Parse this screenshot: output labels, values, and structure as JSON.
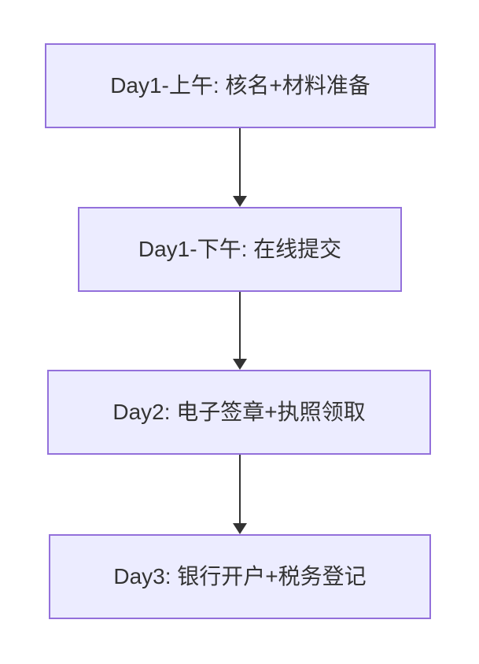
{
  "diagram": {
    "type": "flowchart-top-down",
    "theme": {
      "node_fill": "#ECECFF",
      "node_border": "#9370DB",
      "text_color": "#333333",
      "arrow_color": "#333333",
      "canvas_bg": "#ffffff"
    },
    "nodes": [
      {
        "id": "step1",
        "label": "Day1-上午: 核名+材料准备"
      },
      {
        "id": "step2",
        "label": "Day1-下午: 在线提交"
      },
      {
        "id": "step3",
        "label": "Day2: 电子签章+执照领取"
      },
      {
        "id": "step4",
        "label": "Day3: 银行开户+税务登记"
      }
    ],
    "edges": [
      {
        "from": "step1",
        "to": "step2",
        "label": ""
      },
      {
        "from": "step2",
        "to": "step3",
        "label": ""
      },
      {
        "from": "step3",
        "to": "step4",
        "label": ""
      }
    ]
  }
}
